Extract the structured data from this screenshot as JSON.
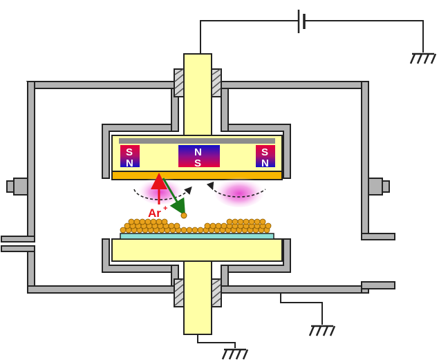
{
  "magnets": {
    "left": {
      "top": "S",
      "bottom": "N"
    },
    "center": {
      "top": "N",
      "bottom": "S"
    },
    "right": {
      "top": "S",
      "bottom": "N"
    }
  },
  "ion": {
    "symbol": "Ar",
    "charge": "+"
  },
  "colors": {
    "wall": "#b3b3b3",
    "electrode": "#ffffa6",
    "target": "#f7b500",
    "substrate_holder": "#8fe0d6",
    "magnet_red": "#e8003a",
    "magnet_blue": "#1212c8",
    "plasma": "#e64ccf",
    "ion_arrow": "#e8101a",
    "sputter_arrow": "#1a7a1a",
    "film_particle": "#e8a21c"
  },
  "icons": [
    "battery-icon",
    "ground-icon",
    "insulator-icon",
    "magnet-icon",
    "plasma-glow-icon"
  ]
}
